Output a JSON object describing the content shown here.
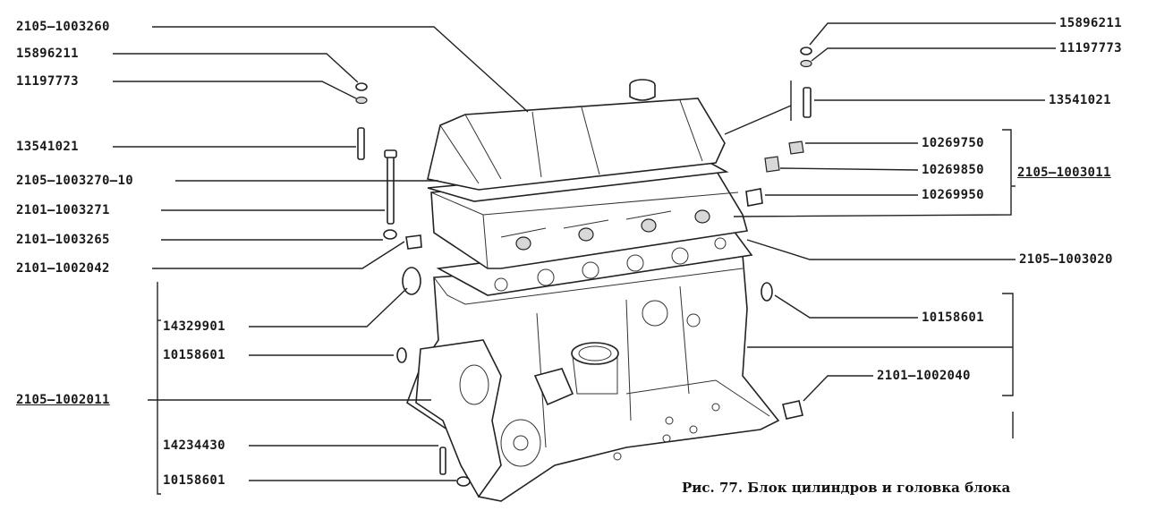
{
  "labels": {
    "l_2105_1003260": "2105–1003260",
    "l_15896211_left": "15896211",
    "l_11197773_left": "11197773",
    "l_13541021_left": "13541021",
    "l_2105_1003270_10": "2105–1003270–10",
    "l_2101_1003271": "2101–1003271",
    "l_2101_1003265": "2101–1003265",
    "l_2101_1002042": "2101–1002042",
    "l_14329901": "14329901",
    "l_10158601_a": "10158601",
    "l_2105_1002011": "2105–1002011",
    "l_14234430": "14234430",
    "l_10158601_b": "10158601",
    "r_15896211": "15896211",
    "r_11197773": "11197773",
    "r_13541021": "13541021",
    "r_10269750": "10269750",
    "r_10269850": "10269850",
    "r_10269950": "10269950",
    "r_2105_1003011": "2105–1003011",
    "r_2105_1003020": "2105–1003020",
    "r_10158601": "10158601",
    "r_2101_1002040": "2101–1002040"
  },
  "caption": "Рис. 77. Блок цилиндров и головка блока"
}
